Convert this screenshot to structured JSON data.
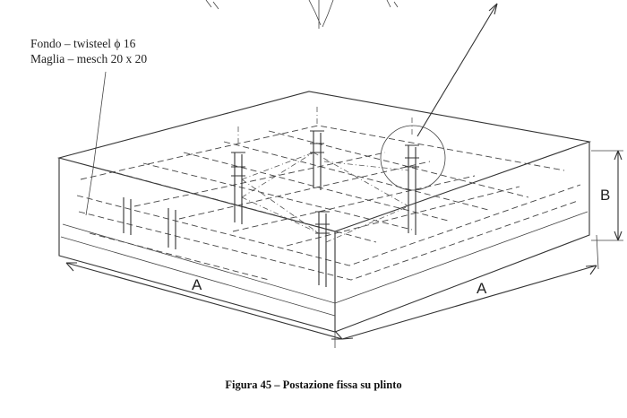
{
  "labels": {
    "bottom_rebar": "Fondo – twisteel ϕ 16",
    "mesh": "Maglia – mesch 20 x 20"
  },
  "dimensions": {
    "side_left": "A",
    "side_right": "A",
    "height": "B"
  },
  "caption": "Figura 45 – Postazione fissa su plinto"
}
